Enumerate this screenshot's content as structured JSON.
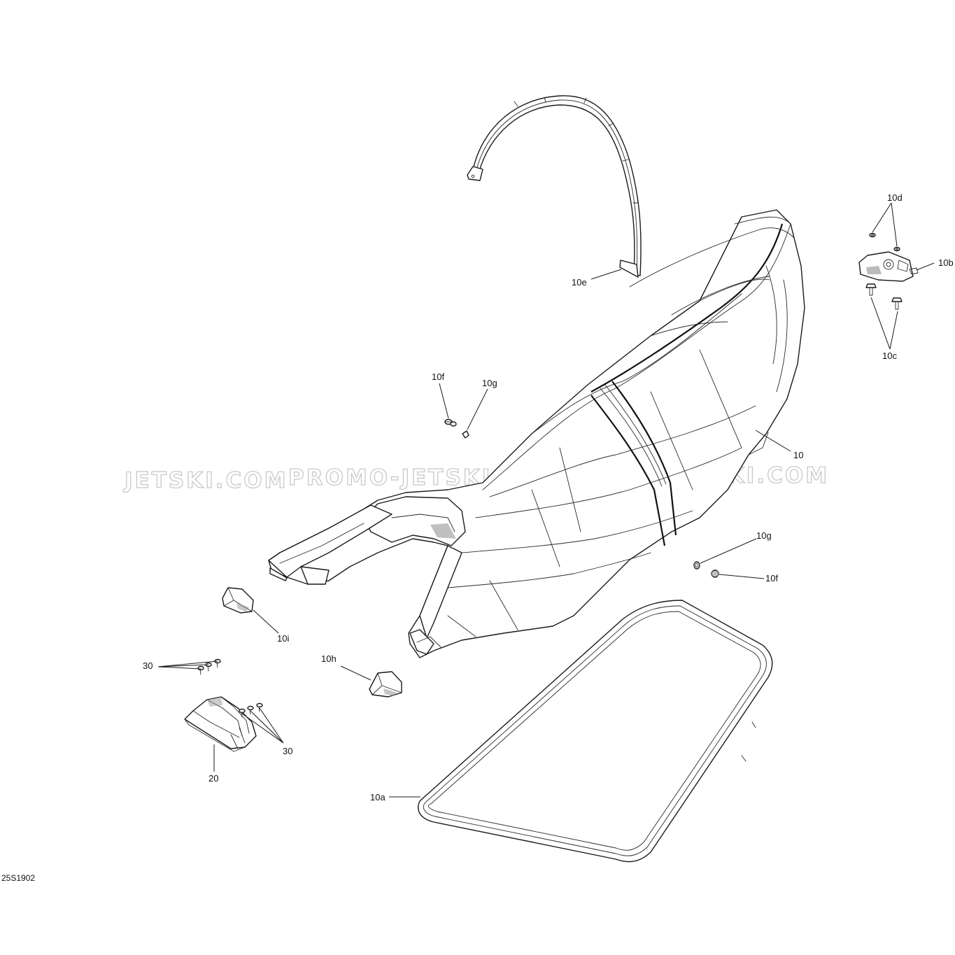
{
  "diagram": {
    "reference_code": "25S1902",
    "watermarks": [
      "JETSKI.COM",
      "PROMO-JETSKI.COM",
      "PROMO-JETSKI.COM"
    ],
    "callouts": {
      "c10": "10",
      "c10a": "10a",
      "c10b": "10b",
      "c10c": "10c",
      "c10d": "10d",
      "c10e": "10e",
      "c10f_top": "10f",
      "c10f_right": "10f",
      "c10g_top": "10g",
      "c10g_right": "10g",
      "c10h": "10h",
      "c10i": "10i",
      "c20": "20",
      "c30_upper": "30",
      "c30_lower": "30"
    }
  }
}
